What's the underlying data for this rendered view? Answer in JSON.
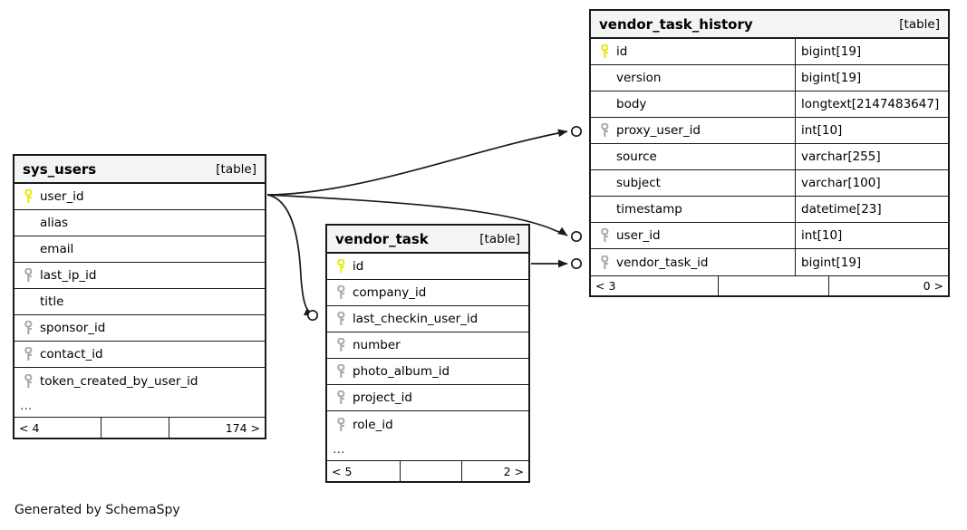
{
  "diagram": {
    "kind_label": "[table]",
    "ellipsis": "…",
    "credit": "Generated by SchemaSpy",
    "colors": {
      "primary_key": "#e8e80d",
      "foreign_key": "#a8a8a8",
      "border": "#1a1a1a",
      "header_bg": "#f4f4f4",
      "background": "#ffffff",
      "edge": "#1a1a1a"
    }
  },
  "tables": {
    "sys_users": {
      "name": "sys_users",
      "kind": "[table]",
      "columns": [
        {
          "name": "user_id",
          "key": "primary",
          "type": ""
        },
        {
          "name": "alias",
          "key": "none",
          "type": ""
        },
        {
          "name": "email",
          "key": "none",
          "type": ""
        },
        {
          "name": "last_ip_id",
          "key": "foreign",
          "type": ""
        },
        {
          "name": "title",
          "key": "none",
          "type": ""
        },
        {
          "name": "sponsor_id",
          "key": "foreign",
          "type": ""
        },
        {
          "name": "contact_id",
          "key": "foreign",
          "type": ""
        },
        {
          "name": "token_created_by_user_id",
          "key": "foreign",
          "type": ""
        }
      ],
      "more": "…",
      "footer": {
        "left": "< 4",
        "middle": "",
        "right": "174 >"
      }
    },
    "vendor_task": {
      "name": "vendor_task",
      "kind": "[table]",
      "columns": [
        {
          "name": "id",
          "key": "primary",
          "type": ""
        },
        {
          "name": "company_id",
          "key": "foreign",
          "type": ""
        },
        {
          "name": "last_checkin_user_id",
          "key": "foreign",
          "type": ""
        },
        {
          "name": "number",
          "key": "foreign",
          "type": ""
        },
        {
          "name": "photo_album_id",
          "key": "foreign",
          "type": ""
        },
        {
          "name": "project_id",
          "key": "foreign",
          "type": ""
        },
        {
          "name": "role_id",
          "key": "foreign",
          "type": ""
        }
      ],
      "more": "…",
      "footer": {
        "left": "< 5",
        "middle": "",
        "right": "2 >"
      }
    },
    "vendor_task_history": {
      "name": "vendor_task_history",
      "kind": "[table]",
      "columns": [
        {
          "name": "id",
          "key": "primary",
          "type": "bigint[19]"
        },
        {
          "name": "version",
          "key": "none",
          "type": "bigint[19]"
        },
        {
          "name": "body",
          "key": "none",
          "type": "longtext[2147483647]"
        },
        {
          "name": "proxy_user_id",
          "key": "foreign",
          "type": "int[10]"
        },
        {
          "name": "source",
          "key": "none",
          "type": "varchar[255]"
        },
        {
          "name": "subject",
          "key": "none",
          "type": "varchar[100]"
        },
        {
          "name": "timestamp",
          "key": "none",
          "type": "datetime[23]"
        },
        {
          "name": "user_id",
          "key": "foreign",
          "type": "int[10]"
        },
        {
          "name": "vendor_task_id",
          "key": "foreign",
          "type": "bigint[19]"
        }
      ],
      "more": "",
      "footer": {
        "left": "< 3",
        "middle": "",
        "right": "0 >"
      }
    }
  },
  "relationships": [
    {
      "from_table": "sys_users",
      "from_column": "user_id",
      "to_table": "vendor_task_history",
      "to_column": "proxy_user_id"
    },
    {
      "from_table": "sys_users",
      "from_column": "user_id",
      "to_table": "vendor_task_history",
      "to_column": "user_id"
    },
    {
      "from_table": "sys_users",
      "from_column": "user_id",
      "to_table": "vendor_task",
      "to_column": "last_checkin_user_id"
    },
    {
      "from_table": "vendor_task",
      "from_column": "id",
      "to_table": "vendor_task_history",
      "to_column": "vendor_task_id"
    }
  ]
}
